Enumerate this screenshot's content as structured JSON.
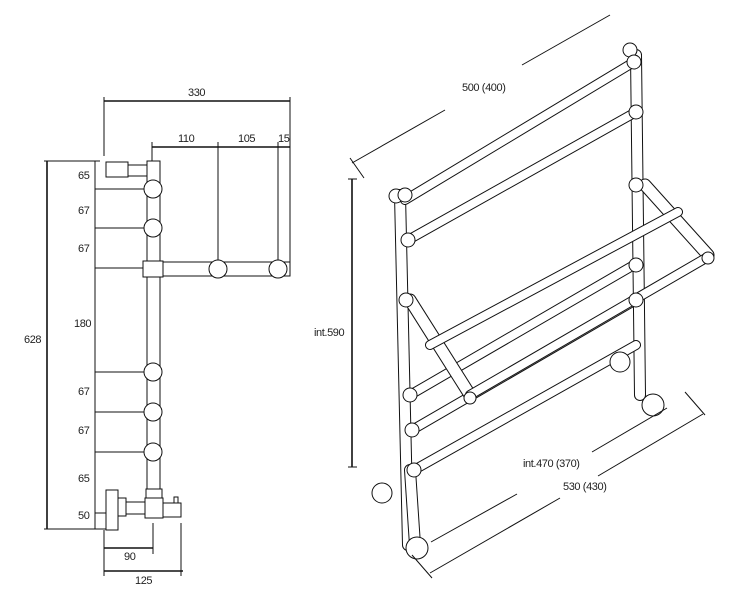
{
  "side_view": {
    "width_total": "330",
    "rail_offsets": [
      "110",
      "105",
      "15"
    ],
    "height_total": "628",
    "spacings": [
      "65",
      "67",
      "67",
      "180",
      "67",
      "67",
      "65",
      "50"
    ],
    "valve_depth": "90",
    "base_depth": "125"
  },
  "iso_view": {
    "width_label": "500 (400)",
    "height_label": "int.590",
    "inner_width_label": "int.470 (370)",
    "outer_width_label": "530 (430)"
  }
}
